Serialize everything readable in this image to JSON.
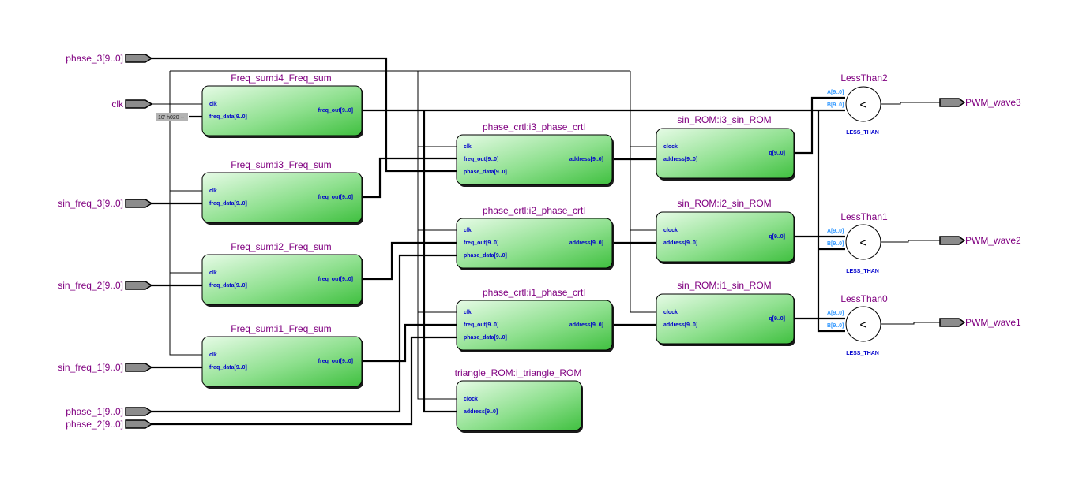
{
  "title": "RTL schematic - PWM sine wave generator",
  "colors": {
    "block_gradient_start": "#e6fbe6",
    "block_gradient_end": "#40c040",
    "instance_title": "#800080",
    "port_text": "#0000cc",
    "comparator_port_text": "#3399ff",
    "pin_fill": "#8c8c8c"
  },
  "inputs": [
    {
      "id": "phase_3",
      "label": "phase_3[9..0]"
    },
    {
      "id": "clk",
      "label": "clk"
    },
    {
      "id": "sin_freq_3",
      "label": "sin_freq_3[9..0]"
    },
    {
      "id": "sin_freq_2",
      "label": "sin_freq_2[9..0]"
    },
    {
      "id": "sin_freq_1",
      "label": "sin_freq_1[9..0]"
    },
    {
      "id": "phase_1",
      "label": "phase_1[9..0]"
    },
    {
      "id": "phase_2",
      "label": "phase_2[9..0]"
    }
  ],
  "outputs": [
    {
      "id": "PWM_wave3",
      "label": "PWM_wave3"
    },
    {
      "id": "PWM_wave2",
      "label": "PWM_wave2"
    },
    {
      "id": "PWM_wave1",
      "label": "PWM_wave1"
    }
  ],
  "constant": {
    "label": "10' h020 --"
  },
  "blocks": {
    "freq_sum_4": {
      "title": "Freq_sum:i4_Freq_sum",
      "in": [
        "clk",
        "freq_data[9..0]"
      ],
      "out": [
        "freq_out[9..0]"
      ]
    },
    "freq_sum_3": {
      "title": "Freq_sum:i3_Freq_sum",
      "in": [
        "clk",
        "freq_data[9..0]"
      ],
      "out": [
        "freq_out[9..0]"
      ]
    },
    "freq_sum_2": {
      "title": "Freq_sum:i2_Freq_sum",
      "in": [
        "clk",
        "freq_data[9..0]"
      ],
      "out": [
        "freq_out[9..0]"
      ]
    },
    "freq_sum_1": {
      "title": "Freq_sum:i1_Freq_sum",
      "in": [
        "clk",
        "freq_data[9..0]"
      ],
      "out": [
        "freq_out[9..0]"
      ]
    },
    "phase_crtl_3": {
      "title": "phase_crtl:i3_phase_crtl",
      "in": [
        "clk",
        "freq_out[9..0]",
        "phase_data[9..0]"
      ],
      "out": [
        "address[9..0]"
      ]
    },
    "phase_crtl_2": {
      "title": "phase_crtl:i2_phase_crtl",
      "in": [
        "clk",
        "freq_out[9..0]",
        "phase_data[9..0]"
      ],
      "out": [
        "address[9..0]"
      ]
    },
    "phase_crtl_1": {
      "title": "phase_crtl:i1_phase_crtl",
      "in": [
        "clk",
        "freq_out[9..0]",
        "phase_data[9..0]"
      ],
      "out": [
        "address[9..0]"
      ]
    },
    "triangle_rom": {
      "title": "triangle_ROM:i_triangle_ROM",
      "in": [
        "clock",
        "address[9..0]"
      ],
      "out": []
    },
    "sin_rom_3": {
      "title": "sin_ROM:i3_sin_ROM",
      "in": [
        "clock",
        "address[9..0]"
      ],
      "out": [
        "q[9..0]"
      ]
    },
    "sin_rom_2": {
      "title": "sin_ROM:i2_sin_ROM",
      "in": [
        "clock",
        "address[9..0]"
      ],
      "out": [
        "q[9..0]"
      ]
    },
    "sin_rom_1": {
      "title": "sin_ROM:i1_sin_ROM",
      "in": [
        "clock",
        "address[9..0]"
      ],
      "out": [
        "q[9..0]"
      ]
    }
  },
  "comparators": {
    "lt2": {
      "title": "LessThan2",
      "a": "A[9..0]",
      "b": "B[9..0]",
      "symbol": "<",
      "type": "LESS_THAN"
    },
    "lt1": {
      "title": "LessThan1",
      "a": "A[9..0]",
      "b": "B[9..0]",
      "symbol": "<",
      "type": "LESS_THAN"
    },
    "lt0": {
      "title": "LessThan0",
      "a": "A[9..0]",
      "b": "B[9..0]",
      "symbol": "<",
      "type": "LESS_THAN"
    }
  }
}
